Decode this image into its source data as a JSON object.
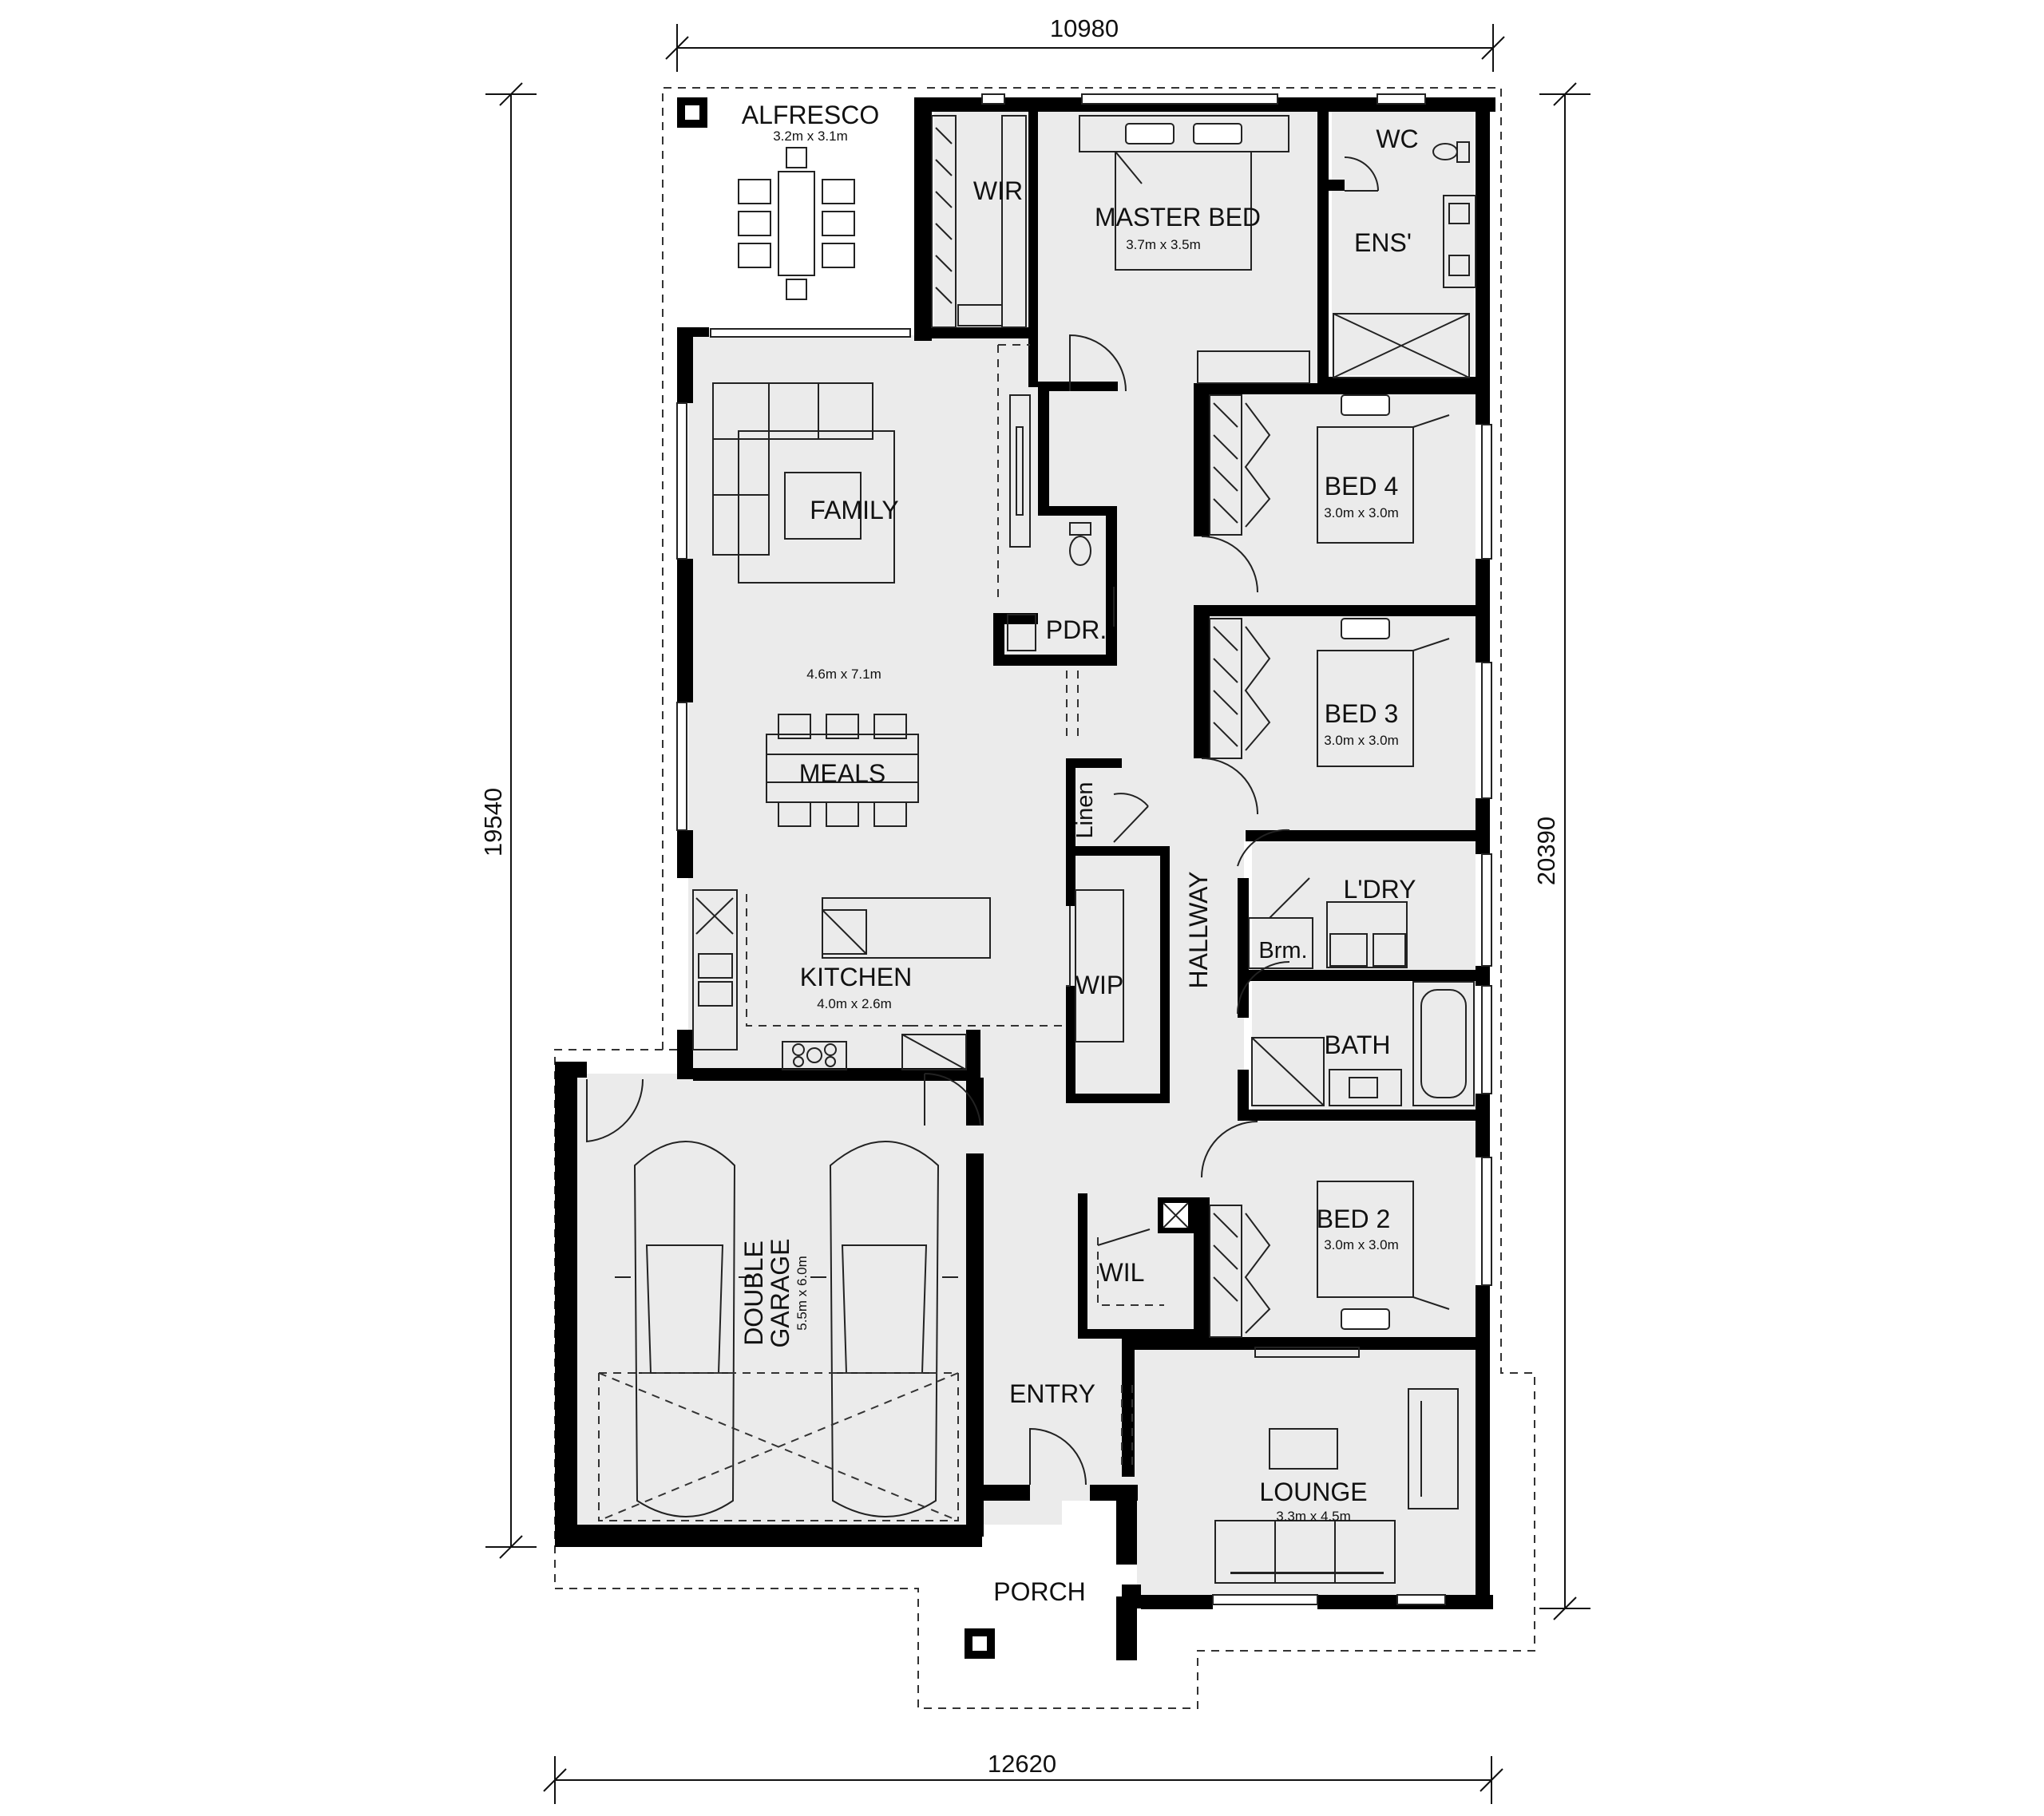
{
  "dimensions": {
    "top": "10980",
    "bottom": "12620",
    "left": "19540",
    "right": "20390"
  },
  "rooms": {
    "alfresco": {
      "name": "ALFRESCO",
      "size": "3.2m x 3.1m"
    },
    "wir": {
      "name": "WIR"
    },
    "master_bed": {
      "name": "MASTER BED",
      "size": "3.7m x 3.5m"
    },
    "wc": {
      "name": "WC"
    },
    "ens": {
      "name": "ENS'"
    },
    "family": {
      "name": "FAMILY"
    },
    "family_meals_size": "4.6m x 7.1m",
    "meals": {
      "name": "MEALS"
    },
    "kitchen": {
      "name": "KITCHEN",
      "size": "4.0m x 2.6m"
    },
    "pdr": {
      "name": "PDR."
    },
    "linen": {
      "name": "Linen"
    },
    "wip": {
      "name": "WIP"
    },
    "hallway": {
      "name": "HALLWAY"
    },
    "bed4": {
      "name": "BED 4",
      "size": "3.0m x 3.0m"
    },
    "bed3": {
      "name": "BED 3",
      "size": "3.0m x 3.0m"
    },
    "ldry": {
      "name": "L'DRY"
    },
    "brm": {
      "name": "Brm."
    },
    "bath": {
      "name": "BATH"
    },
    "bed2": {
      "name": "BED 2",
      "size": "3.0m x 3.0m"
    },
    "wil": {
      "name": "WIL"
    },
    "garage": {
      "name_line1": "DOUBLE",
      "name_line2": "GARAGE",
      "size": "5.5m x 6.0m"
    },
    "entry": {
      "name": "ENTRY"
    },
    "lounge": {
      "name": "LOUNGE",
      "size": "3.3m x 4.5m"
    },
    "porch": {
      "name": "PORCH"
    }
  }
}
